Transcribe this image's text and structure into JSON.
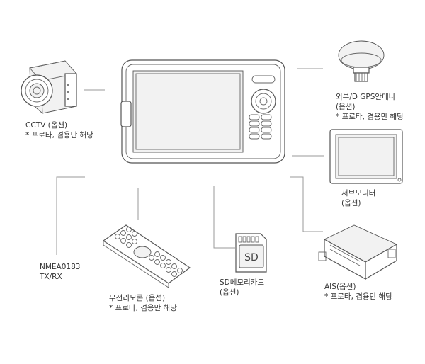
{
  "devices": {
    "cctv": {
      "name": "CCTV (옵션)",
      "note": "* 프로타, 겸용만 해당"
    },
    "gps": {
      "name": "외부/D GPS안테나",
      "option": "(옵션)",
      "note": "* 프로타, 겸용만 해당"
    },
    "sub_monitor": {
      "name": "서브모니터",
      "option": "(옵션)"
    },
    "nmea": {
      "line1": "NMEA0183",
      "line2": "TX/RX"
    },
    "remote": {
      "name": "무선리모콘 (옵션)",
      "note": "* 프로타, 겸용만 해당"
    },
    "sd_card": {
      "name": "SD메모리카드",
      "option": "(옵션)",
      "card_text": "SD"
    },
    "ais": {
      "name": "AIS(옵션)",
      "note": "* 프로타, 겸용만 해당"
    }
  }
}
